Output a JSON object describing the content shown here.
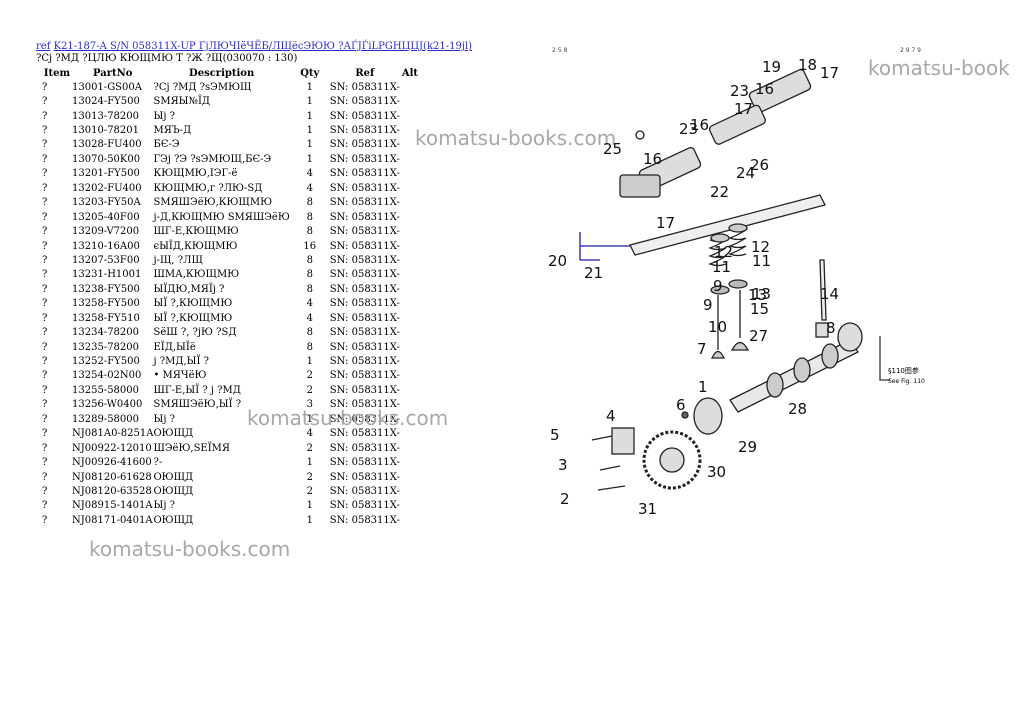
{
  "header": {
    "ref_link": "ref",
    "title_link": "K21-187-A S/N 058311X-UP ГјЛЮЧІёЧЁБ/ЛЩёсЭЮЮ ?АЃЈЃіLPGНЦЦЈ(k21-19jl)",
    "subtitle": "?Сj ?МД ?ЦЛЮ КЮЩМЮ Т ?Ж ?Щ(030070 : 130)"
  },
  "columns": [
    "Item",
    "PartNo",
    "Description",
    "Qty",
    "Ref",
    "Alt"
  ],
  "rows": [
    {
      "item": "?",
      "part": "13001-GS00A",
      "desc": "?Сj ?МД ?sЭМЮЩ",
      "qty": "1",
      "ref": "SN: 058311X-"
    },
    {
      "item": "?",
      "part": "13024-FY500",
      "desc": "SМЯЫ№ЇД",
      "qty": "1",
      "ref": "SN: 058311X-"
    },
    {
      "item": "?",
      "part": "13013-78200",
      "desc": "Ыј ?",
      "qty": "1",
      "ref": "SN: 058311X-"
    },
    {
      "item": "?",
      "part": "13010-78201",
      "desc": "МЯЪ-Д",
      "qty": "1",
      "ref": "SN: 058311X-"
    },
    {
      "item": "?",
      "part": "13028-FU400",
      "desc": "БЄ-Э",
      "qty": "1",
      "ref": "SN: 058311X-"
    },
    {
      "item": "?",
      "part": "13070-50K00",
      "desc": "ГЭj ?Э ?sЭМЮЩ,БЄ-Э",
      "qty": "1",
      "ref": "SN: 058311X-"
    },
    {
      "item": "?",
      "part": "13201-FY500",
      "desc": "КЮЩМЮ,ІЭГ-ё",
      "qty": "4",
      "ref": "SN: 058311X-"
    },
    {
      "item": "?",
      "part": "13202-FU400",
      "desc": "КЮЩМЮ,г ?ЛЮ-SД",
      "qty": "4",
      "ref": "SN: 058311X-"
    },
    {
      "item": "?",
      "part": "13203-FY50A",
      "desc": "SМЯШЭёЮ,КЮЩМЮ",
      "qty": "8",
      "ref": "SN: 058311X-"
    },
    {
      "item": "?",
      "part": "13205-40F00",
      "desc": "j-Д,КЮЩМЮ SМЯШЭёЮ",
      "qty": "8",
      "ref": "SN: 058311X-"
    },
    {
      "item": "?",
      "part": "13209-V7200",
      "desc": "ШГ-Е,КЮЩМЮ",
      "qty": "8",
      "ref": "SN: 058311X-"
    },
    {
      "item": "?",
      "part": "13210-16A00",
      "desc": "єЫЇД,КЮЩМЮ",
      "qty": "16",
      "ref": "SN: 058311X-"
    },
    {
      "item": "?",
      "part": "13207-53F00",
      "desc": "j-Щ, ?ЛЩ",
      "qty": "8",
      "ref": "SN: 058311X-"
    },
    {
      "item": "?",
      "part": "13231-H1001",
      "desc": "ШМА,КЮЩМЮ",
      "qty": "8",
      "ref": "SN: 058311X-"
    },
    {
      "item": "?",
      "part": "13238-FY500",
      "desc": "ЫЇДЮ,МЯЇј ?",
      "qty": "8",
      "ref": "SN: 058311X-"
    },
    {
      "item": "?",
      "part": "13258-FY500",
      "desc": "ЫЇ ?,КЮЩМЮ",
      "qty": "4",
      "ref": "SN: 058311X-"
    },
    {
      "item": "?",
      "part": "13258-FY510",
      "desc": "ЫЇ ?,КЮЩМЮ",
      "qty": "4",
      "ref": "SN: 058311X-"
    },
    {
      "item": "?",
      "part": "13234-78200",
      "desc": "SёШ ?, ?јЮ ?SД",
      "qty": "8",
      "ref": "SN: 058311X-"
    },
    {
      "item": "?",
      "part": "13235-78200",
      "desc": "ЕЇД,ЫЇё",
      "qty": "8",
      "ref": "SN: 058311X-"
    },
    {
      "item": "?",
      "part": "13252-FY500",
      "desc": "ј ?МД,ЫЇ ?",
      "qty": "1",
      "ref": "SN: 058311X-"
    },
    {
      "item": "?",
      "part": "13254-02N00",
      "desc": "• МЯЧёЮ",
      "qty": "2",
      "ref": "SN: 058311X-"
    },
    {
      "item": "?",
      "part": "13255-58000",
      "desc": "ШГ-Е,ЫЇ ? ј ?МД",
      "qty": "2",
      "ref": "SN: 058311X-"
    },
    {
      "item": "?",
      "part": "13256-W0400",
      "desc": "SМЯШЭёЮ,ЫЇ ?",
      "qty": "3",
      "ref": "SN: 058311X-"
    },
    {
      "item": "?",
      "part": "13289-58000",
      "desc": "Ыј ?",
      "qty": "1",
      "ref": "SN: 058311X-"
    },
    {
      "item": "?",
      "part": "NJ081A0-8251A",
      "desc": "ОЮЩД",
      "qty": "4",
      "ref": "SN: 058311X-"
    },
    {
      "item": "?",
      "part": "NJ00922-12010",
      "desc": "ШЭёЮ,SЕЇМЯ",
      "qty": "2",
      "ref": "SN: 058311X-"
    },
    {
      "item": "?",
      "part": "NJ00926-41600",
      "desc": "?-",
      "qty": "1",
      "ref": "SN: 058311X-"
    },
    {
      "item": "?",
      "part": "NJ08120-61628",
      "desc": "ОЮЩД",
      "qty": "2",
      "ref": "SN: 058311X-"
    },
    {
      "item": "?",
      "part": "NJ08120-63528",
      "desc": "ОЮЩД",
      "qty": "2",
      "ref": "SN: 058311X-"
    },
    {
      "item": "?",
      "part": "NJ08915-1401A",
      "desc": "Ыј ?",
      "qty": "1",
      "ref": "SN: 058311X-"
    },
    {
      "item": "?",
      "part": "NJ08171-0401A",
      "desc": "ОЮЩД",
      "qty": "1",
      "ref": "SN: 058311X-"
    }
  ],
  "watermark": "komatsu-books.com",
  "watermark_top_right": "komatsu-book",
  "diagram": {
    "callouts": [
      "19",
      "18",
      "17",
      "16",
      "23",
      "17",
      "16",
      "23",
      "25",
      "16",
      "24",
      "26",
      "22",
      "17",
      "12",
      "12",
      "20",
      "11",
      "11",
      "21",
      "9",
      "13",
      "9",
      "13",
      "10",
      "15",
      "14",
      "8",
      "7",
      "27",
      "1",
      "28",
      "6",
      "4",
      "29",
      "5",
      "30",
      "3",
      "31",
      "2"
    ],
    "fig_note_1": "§110图参",
    "fig_note_2": "See Fig. 110",
    "corner_marks": [
      "2 5 8",
      "2 9 7 9"
    ]
  }
}
